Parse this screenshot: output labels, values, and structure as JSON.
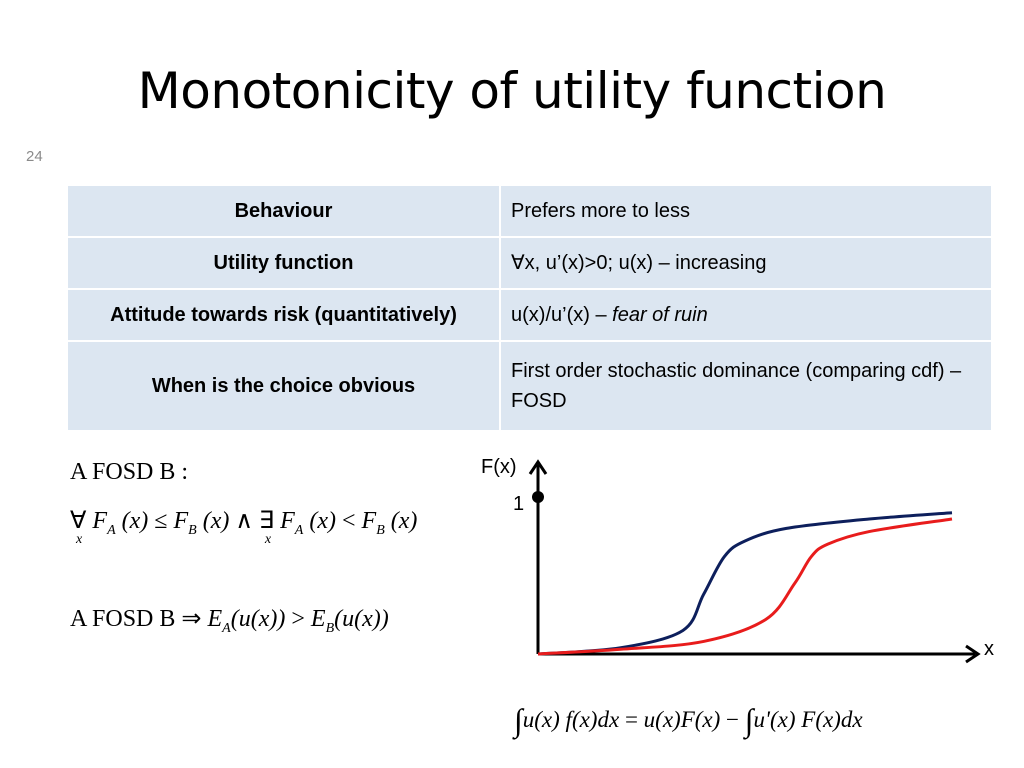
{
  "slide": {
    "title": "Monotonicity of utility function",
    "page_number": "24"
  },
  "table": [
    {
      "label": "Behaviour",
      "value": "Prefers more to less"
    },
    {
      "label": "Utility function",
      "value": "∀x, u’(x)>0; u(x) – increasing"
    },
    {
      "label": "Attitude towards risk (quantitatively)",
      "value": "u(x)/u’(x) –",
      "value_italic": "fear of ruin"
    },
    {
      "label": "When is the choice obvious",
      "value": "First order stochastic dominance (comparing cdf) – FOSD"
    }
  ],
  "formulas": {
    "fosd_heading": "A FOSD B :",
    "fosd_def": {
      "forall": "∀",
      "F": "F",
      "A": "A",
      "B": "B",
      "x": "(x)",
      "sub_x": "x",
      "leq": "≤",
      "and": "∧",
      "exists": "∃",
      "lt": "<"
    },
    "implication": {
      "lhs": "A FOSD B",
      "arrow": "⇒",
      "E": "E",
      "A": "A",
      "B": "B",
      "arg": "(u(x))",
      "gt": ">"
    },
    "integration": {
      "integral": "∫",
      "u": "u",
      "x": "(x)",
      "f": "f",
      "dx": "dx",
      "eq": "=",
      "F": "F",
      "minus": "−",
      "uprime": "u'"
    }
  },
  "chart_data": {
    "type": "line",
    "ylabel": "F(x)",
    "xlabel": "x",
    "y_tick": "1",
    "series": [
      {
        "color": "#0d1f5c",
        "x": [
          0,
          0.2,
          0.35,
          0.4,
          0.45,
          0.5,
          0.6,
          0.8,
          1.0
        ],
        "y": [
          0,
          0.04,
          0.15,
          0.38,
          0.62,
          0.72,
          0.8,
          0.86,
          0.9
        ]
      },
      {
        "color": "#e81c1c",
        "x": [
          0,
          0.2,
          0.4,
          0.55,
          0.62,
          0.66,
          0.7,
          0.8,
          1.0
        ],
        "y": [
          0,
          0.03,
          0.08,
          0.22,
          0.45,
          0.62,
          0.7,
          0.78,
          0.86
        ]
      }
    ],
    "colors": {
      "axis": "#000000"
    }
  }
}
